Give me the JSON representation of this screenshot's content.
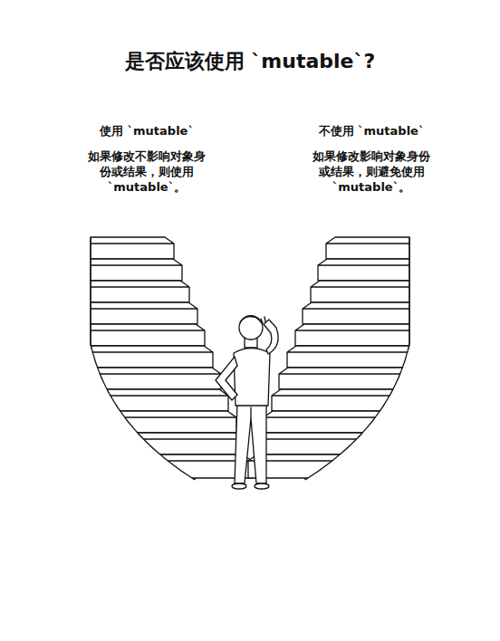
{
  "diagram": {
    "title": "是否应该使用 `mutable`?",
    "labels": [
      "使用 `mutable`",
      "如果修改不影响对象身份或结果，则使用 `mutable`。",
      "不使用 `mutable`",
      "如果修改影响对象身份或结果，则避免使用 `mutable`。"
    ]
  }
}
